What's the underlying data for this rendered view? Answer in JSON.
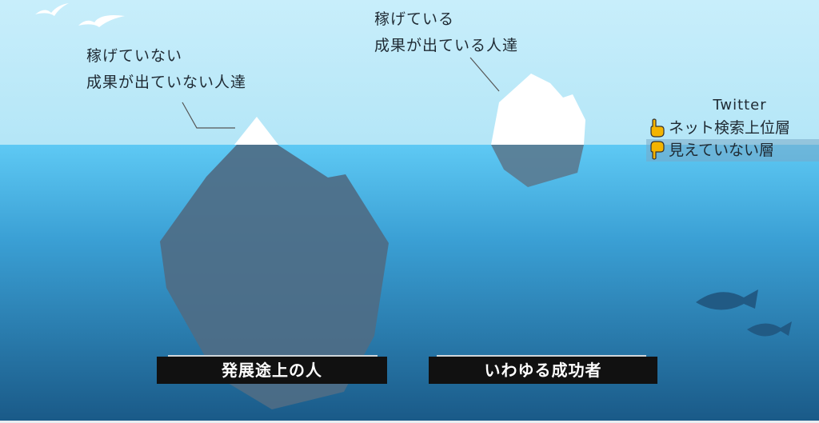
{
  "labels": {
    "unsuccessful": [
      "稼げていない",
      "成果が出ていない人達"
    ],
    "successful": [
      "稼げている",
      "成果が出ている人達"
    ]
  },
  "captions": {
    "left": "発展途上の人",
    "right": "いわゆる成功者"
  },
  "legend": {
    "title": "Twitter",
    "visible_layer": "ネット検索上位層",
    "hidden_layer": "見えていない層"
  },
  "colors": {
    "sky": "#bde9f8",
    "water_top": "#5cc6f2",
    "water_bottom": "#1c5f8c",
    "iceberg_above": "#ffffff",
    "iceberg_below": "#4d6f88",
    "hand": "#f4b400"
  }
}
